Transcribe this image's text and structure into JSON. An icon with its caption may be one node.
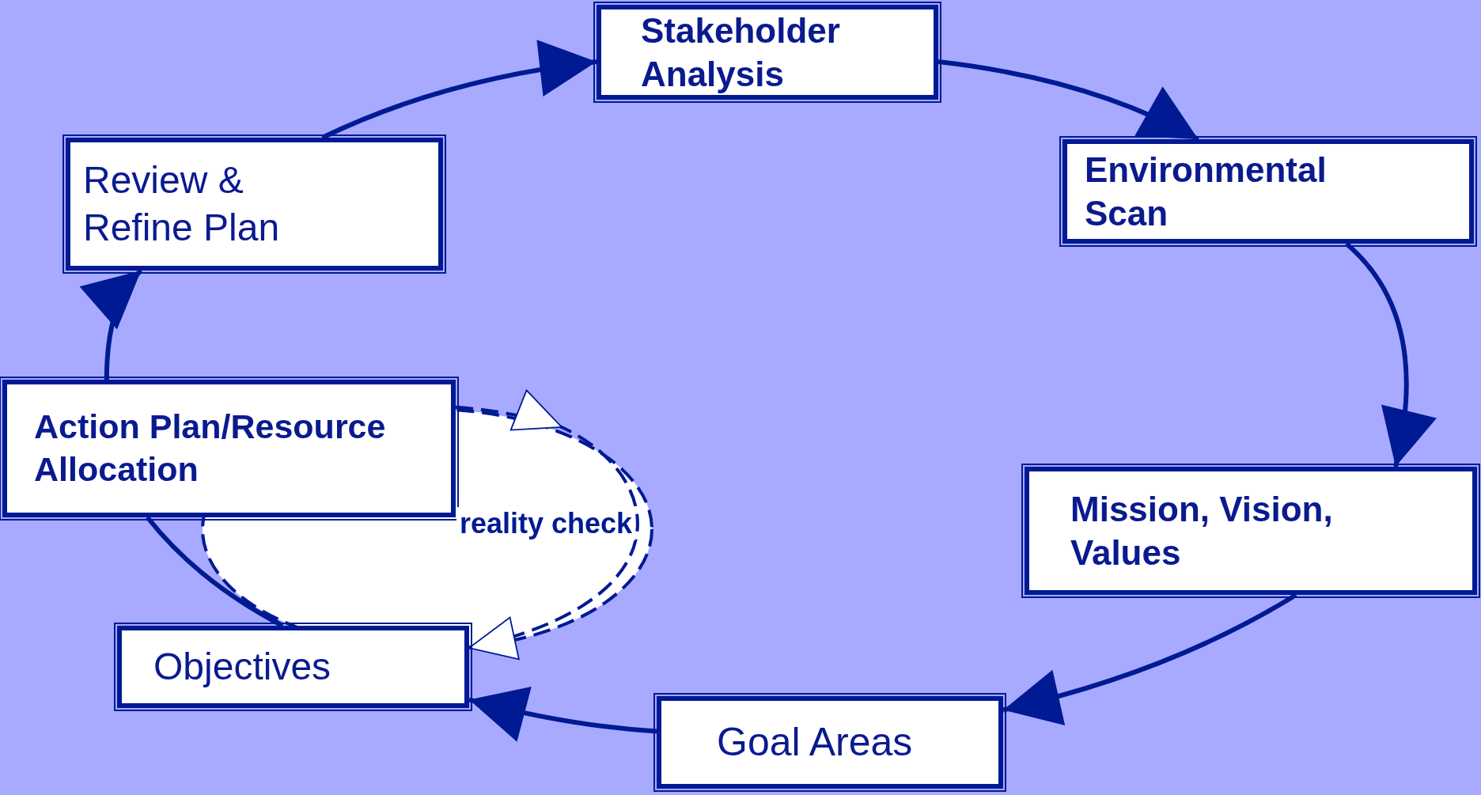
{
  "diagram": {
    "nodes": [
      {
        "text": [
          "Stakeholder Analysis"
        ]
      },
      {
        "text": [
          "Environmental Scan"
        ]
      },
      {
        "text": [
          "Mission, Vision, Values"
        ]
      },
      {
        "text": [
          "Goal Areas"
        ]
      },
      {
        "text": [
          "Objectives"
        ]
      },
      {
        "text": [
          "Action Plan/Resource Allocation"
        ]
      },
      {
        "text": [
          "Review & Refine Plan"
        ]
      }
    ],
    "edges": [
      {
        "from": 6,
        "to": 0,
        "arrow": "to"
      },
      {
        "from": 0,
        "to": 1,
        "arrow": "to"
      },
      {
        "from": 1,
        "to": 2,
        "arrow": "to"
      },
      {
        "from": 2,
        "to": 3,
        "arrow": "to"
      },
      {
        "from": 3,
        "to": 4,
        "arrow": "to"
      },
      {
        "from": 4,
        "to": 5,
        "arrow": "none"
      },
      {
        "from": 5,
        "to": 6,
        "arrow": "to"
      },
      {
        "from": 5,
        "to": 4,
        "arrow": "to",
        "style": "dashed",
        "label": "reality check"
      }
    ]
  }
}
